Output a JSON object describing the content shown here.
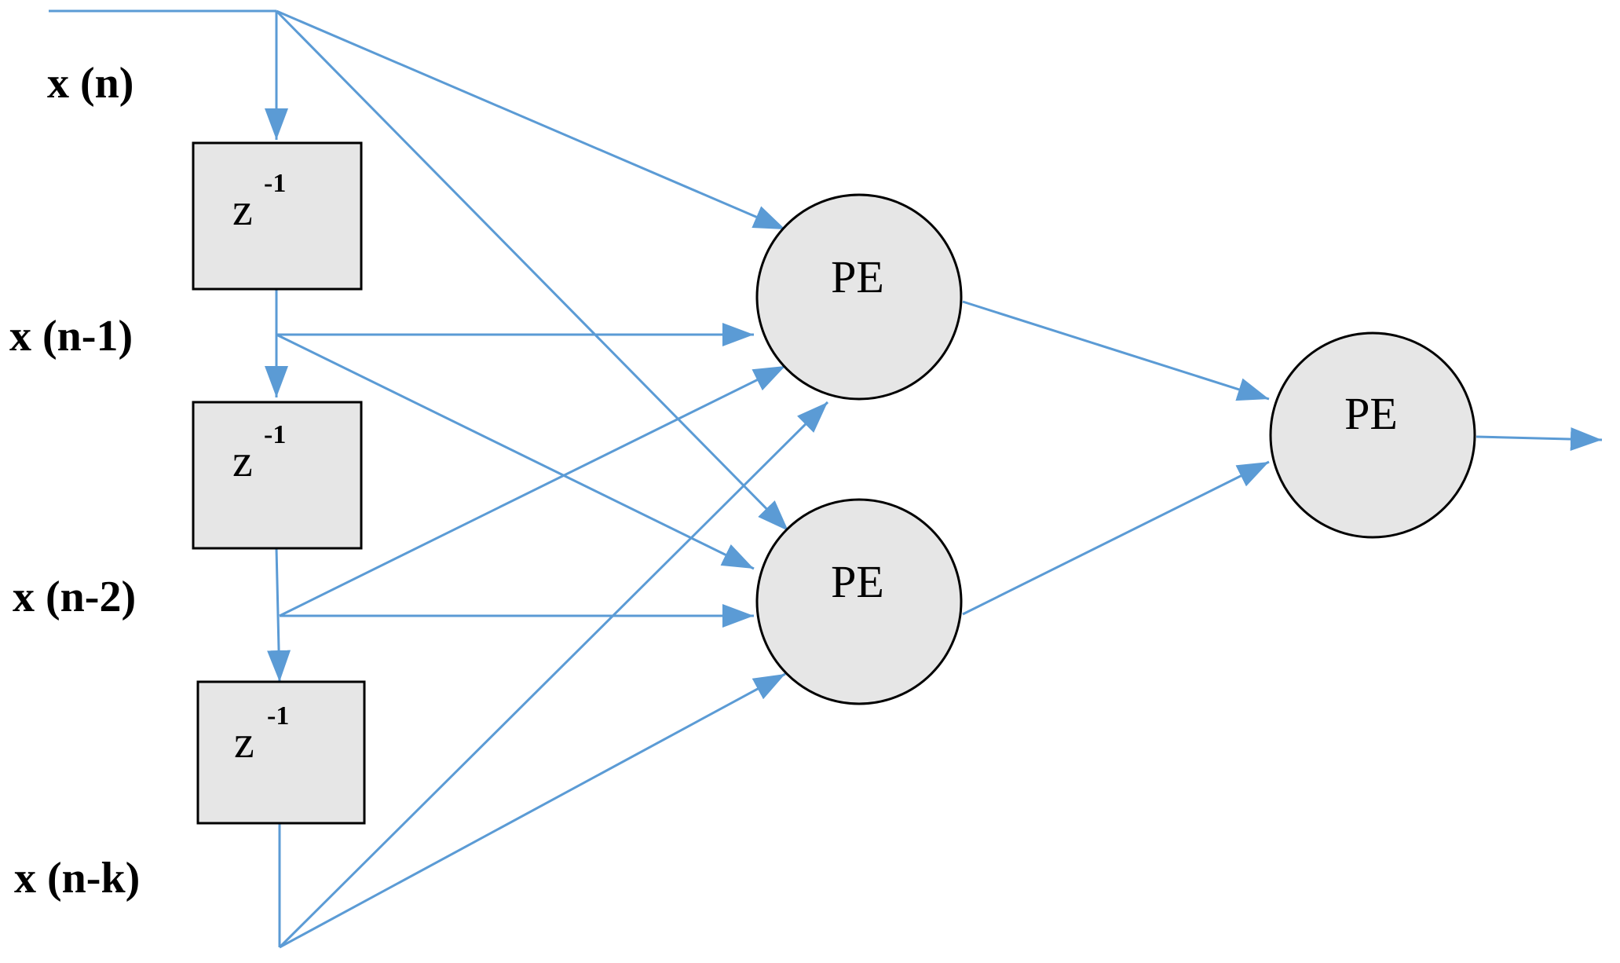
{
  "inputs": {
    "x_n": "x (n)",
    "x_n1": "x (n-1)",
    "x_n2": "x (n-2)",
    "x_nk": "x (n-k)"
  },
  "delay": {
    "base": "z",
    "exponent": "-1"
  },
  "nodes": {
    "hidden_top": "PE",
    "hidden_bottom": "PE",
    "output": "PE"
  },
  "colors": {
    "connection": "#5b9bd5",
    "fill": "#e6e6e6",
    "outline": "#000000"
  }
}
